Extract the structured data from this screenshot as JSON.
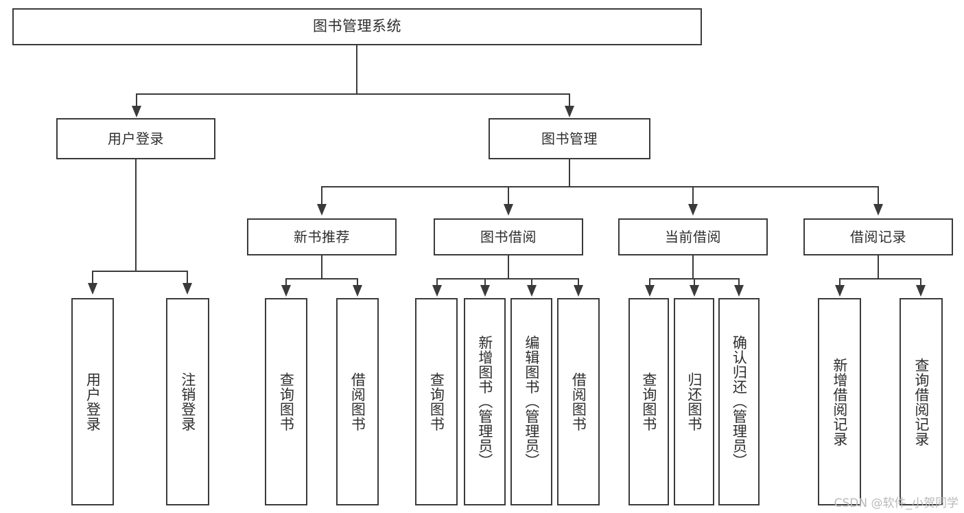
{
  "diagram": {
    "type": "tree-hierarchy",
    "title": "图书管理系统",
    "watermark": "CSDN @软件_小贺同学",
    "colors": {
      "box_border": "#3a3a3a",
      "box_fill": "#ffffff",
      "text": "#2e2e2e",
      "connector": "#3a3a3a",
      "watermark": "#b9b9b9",
      "background": "#ffffff"
    },
    "root": {
      "label": "图书管理系统"
    },
    "level2": [
      {
        "label": "用户登录"
      },
      {
        "label": "图书管理"
      }
    ],
    "level3": [
      {
        "label": "新书推荐"
      },
      {
        "label": "图书借阅"
      },
      {
        "label": "当前借阅"
      },
      {
        "label": "借阅记录"
      }
    ],
    "leaves": {
      "user_login": [
        {
          "label": "用户登录"
        },
        {
          "label": "注销登录"
        }
      ],
      "new_book": [
        {
          "label": "查询图书"
        },
        {
          "label": "借阅图书"
        }
      ],
      "book_borrow": [
        {
          "label": "查询图书"
        },
        {
          "label": "新增图书（管理员）"
        },
        {
          "label": "编辑图书（管理员）"
        },
        {
          "label": "借阅图书"
        }
      ],
      "current_borrow": [
        {
          "label": "查询图书"
        },
        {
          "label": "归还图书"
        },
        {
          "label": "确认归还（管理员）"
        }
      ],
      "borrow_record": [
        {
          "label": "新增借阅记录"
        },
        {
          "label": "查询借阅记录"
        }
      ]
    }
  }
}
